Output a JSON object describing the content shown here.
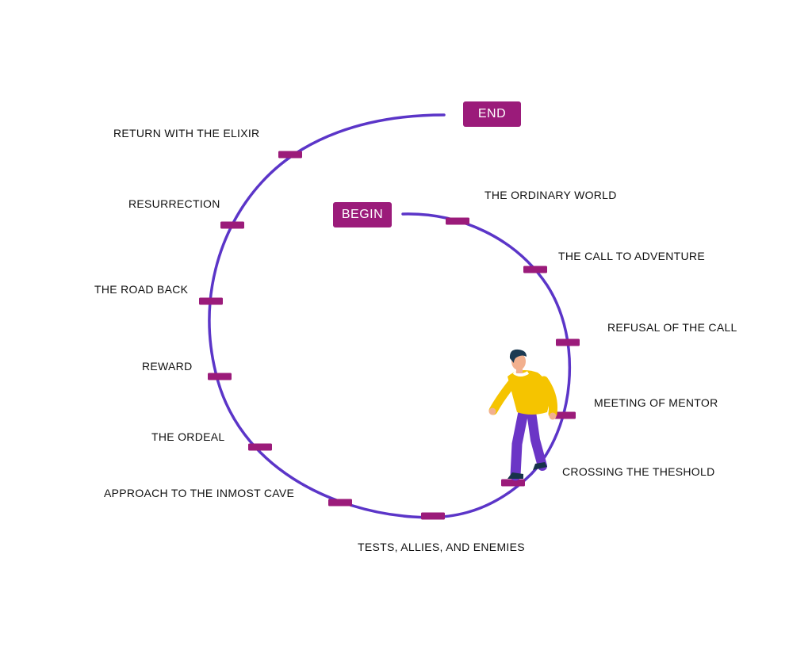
{
  "markers": {
    "begin": "BEGIN",
    "end": "END"
  },
  "stages": [
    {
      "label": "THE ORDINARY WORLD"
    },
    {
      "label": "THE CALL TO ADVENTURE"
    },
    {
      "label": "REFUSAL OF THE CALL"
    },
    {
      "label": "MEETING OF MENTOR"
    },
    {
      "label": "CROSSING THE THESHOLD"
    },
    {
      "label": "TESTS, ALLIES, AND ENEMIES"
    },
    {
      "label": "APPROACH TO THE INMOST CAVE"
    },
    {
      "label": "THE ORDEAL"
    },
    {
      "label": "REWARD"
    },
    {
      "label": "THE ROAD BACK"
    },
    {
      "label": "RESURRECTION"
    },
    {
      "label": "RETURN WITH THE ELIXIR"
    }
  ],
  "colors": {
    "path": "#5b35c8",
    "tick": "#9b1b7a",
    "pill": "#9b1b7a"
  },
  "figure": {
    "icon": "walking-man-icon"
  }
}
